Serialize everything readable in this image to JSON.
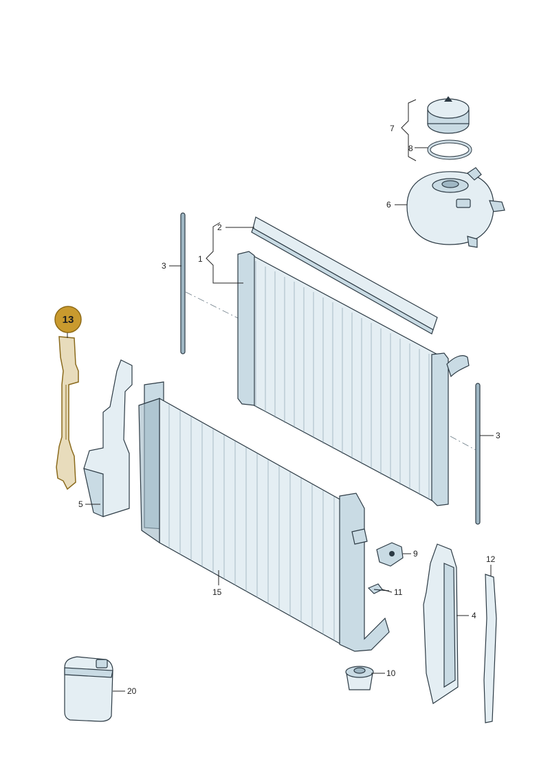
{
  "highlighted_part": {
    "label": "13",
    "color": "#c99a2e"
  },
  "callouts": {
    "c1": "1",
    "c2": "2",
    "c3a": "3",
    "c3b": "3",
    "c4": "4",
    "c5": "5",
    "c6": "6",
    "c7": "7",
    "c8": "8",
    "c9": "9",
    "c10": "10",
    "c11": "11",
    "c12": "12",
    "c15": "15",
    "c20": "20"
  }
}
